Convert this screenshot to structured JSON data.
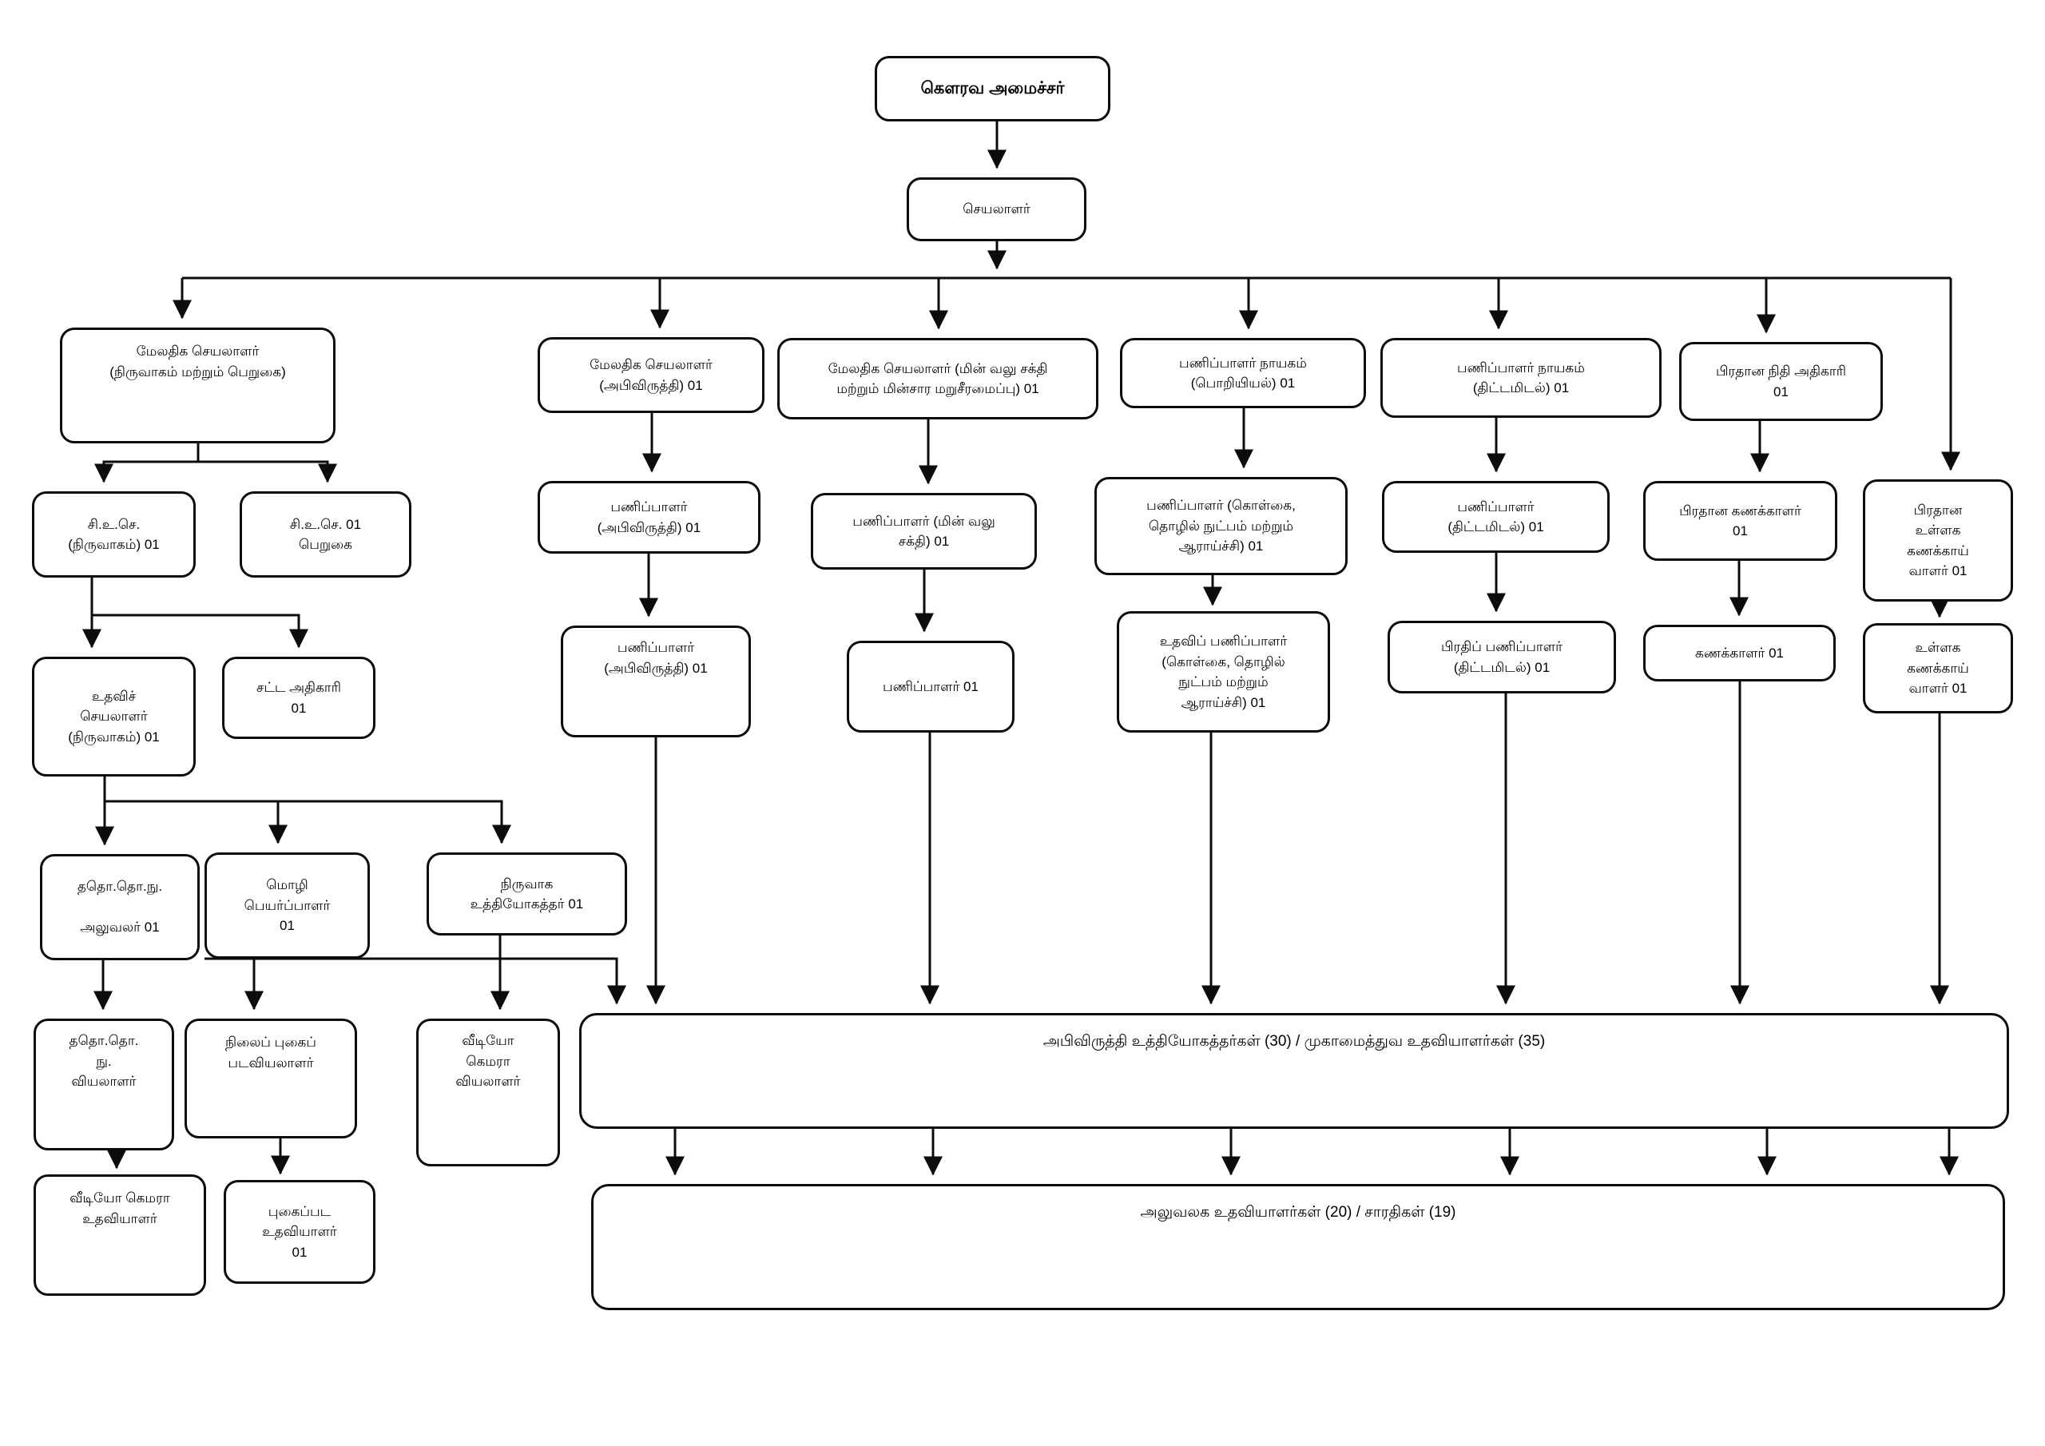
{
  "nodes": {
    "minister": {
      "label": "கௌரவ அமைச்சர்"
    },
    "secretary": {
      "label": "செயலாளர்"
    },
    "addl_sec_admin": {
      "label": "மேலதிக செயலாளர்\n(நிருவாகம் மற்றும் பெறுகை)"
    },
    "ceo_admin": {
      "label": "சி.உ.செ.\n(நிருவாகம்) 01"
    },
    "ceo_procurement": {
      "label": "சி.உ.செ. 01\nபெறுகை"
    },
    "asst_sec_admin": {
      "label": "உதவிச்\nசெயலாளர்\n(நிருவாகம்) 01"
    },
    "legal_officer": {
      "label": "சட்ட அதிகாரி\n01"
    },
    "icts_officer": {
      "label": "ததொ.தொ.நு.\n\nஅலுவலர்  01"
    },
    "translator": {
      "label": "மொழி\nபெயர்ப்பாளர்\n01"
    },
    "admin_officer": {
      "label": "நிருவாக\nஉத்தியோகத்தர் 01"
    },
    "icts_technician": {
      "label": "ததொ.தொ.\nநு.\nவியலாளர்"
    },
    "still_photographer": {
      "label": "நிலைப் புகைப்\nபடவியலாளர்"
    },
    "video_camera_operator": {
      "label": "வீடியோ\nகெமரா\nவியலாளர்"
    },
    "video_camera_assistant": {
      "label": "வீடியோ கெமரா\nஉதவியாளர்"
    },
    "photo_assistant": {
      "label": "புகைப்பட\nஉதவியாளர்\n01"
    },
    "addl_sec_dev": {
      "label": "மேலதிக செயலாளர்\n(அபிவிருத்தி) 01"
    },
    "dir_dev": {
      "label": "பணிப்பாளர்\n(அபிவிருத்தி) 01"
    },
    "dir_dev2": {
      "label": "பணிப்பாளர்\n(அபிவிருத்தி) 01"
    },
    "addl_sec_power": {
      "label": "மேலதிக செயலாளர் (மின் வலு சக்தி\nமற்றும் மின்சார மறுசீரமைப்பு) 01"
    },
    "dir_power": {
      "label": "பணிப்பாளர் (மின் வலு\nசக்தி) 01"
    },
    "dir_power2": {
      "label": "பணிப்பாளர் 01"
    },
    "dg_engineering": {
      "label": "பணிப்பாளர் நாயகம்\n(பொறியியல்) 01"
    },
    "dir_policy": {
      "label": "பணிப்பாளர் (கொள்கை,\nதொழில் நுட்பம் மற்றும்\nஆராய்ச்சி) 01"
    },
    "asst_dir_policy": {
      "label": "உதவிப் பணிப்பாளர்\n(கொள்கை, தொழில்\nநுட்பம் மற்றும்\nஆராய்ச்சி) 01"
    },
    "dg_planning": {
      "label": "பணிப்பாளர் நாயகம்\n(திட்டமிடல்) 01"
    },
    "dir_planning": {
      "label": "பணிப்பாளர்\n(திட்டமிடல்) 01"
    },
    "dep_dir_planning": {
      "label": "பிரதிப் பணிப்பாளர்\n(திட்டமிடல்) 01"
    },
    "chief_finance_officer": {
      "label": "பிரதான நிதி அதிகாரி\n01"
    },
    "chief_accountant": {
      "label": "பிரதான கணக்காளர்\n01"
    },
    "accountant": {
      "label": "கணக்காளர் 01"
    },
    "chief_internal_auditor": {
      "label": "பிரதான\nஉள்ளக\nகணக்காய்\nவாளர் 01"
    },
    "internal_auditor": {
      "label": "உள்ளக\nகணக்காய்\nவாளர் 01"
    },
    "dev_officers_bar": {
      "label": "அபிவிருத்தி உத்தியோகத்தர்கள் (30) /  முகாமைத்துவ உதவியாளர்கள் (35)"
    },
    "office_assistants_bar": {
      "label": "அலுவலக உதவியாளர்கள் (20) / சாரதிகள் (19)"
    }
  },
  "colors": {
    "line": "#0c0c0c",
    "box_bg": "#ffffff"
  }
}
